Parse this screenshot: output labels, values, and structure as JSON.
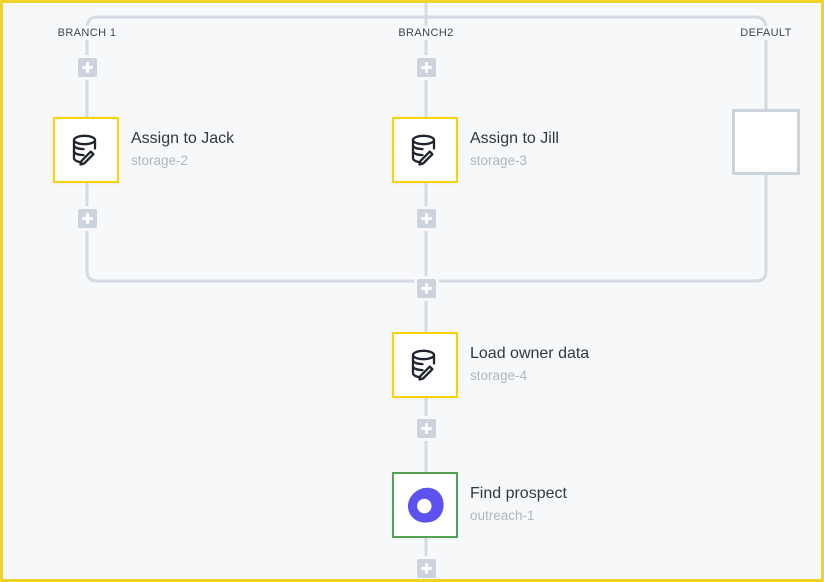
{
  "canvas": {
    "background_color": "#f7f8fa",
    "frame_color": "#f0d32a",
    "connector_color": "#d4dae1",
    "plus_button_color": "#ccd3dc"
  },
  "branch_labels": [
    {
      "label": "BRANCH 1"
    },
    {
      "label": "BRANCH2"
    },
    {
      "label": "DEFAULT"
    }
  ],
  "nodes": [
    {
      "title": "Assign to Jack",
      "subtitle": "storage-2",
      "icon": "database-edit-icon",
      "accent_color": "#f8d30b",
      "icon_color": "#1f242d"
    },
    {
      "title": "Assign to Jill",
      "subtitle": "storage-3",
      "icon": "database-edit-icon",
      "accent_color": "#f8d30b",
      "icon_color": "#1f242d"
    },
    {
      "title": "",
      "subtitle": "",
      "icon": "empty-placeholder",
      "accent_color": "#ccd3da",
      "icon_color": "#ccd3da"
    },
    {
      "title": "Load owner data",
      "subtitle": "storage-4",
      "icon": "database-edit-icon",
      "accent_color": "#f8d30b",
      "icon_color": "#1f242d"
    },
    {
      "title": "Find prospect",
      "subtitle": "outreach-1",
      "icon": "outreach-icon",
      "accent_color": "#55a053",
      "icon_color": "#5b52f0"
    }
  ]
}
